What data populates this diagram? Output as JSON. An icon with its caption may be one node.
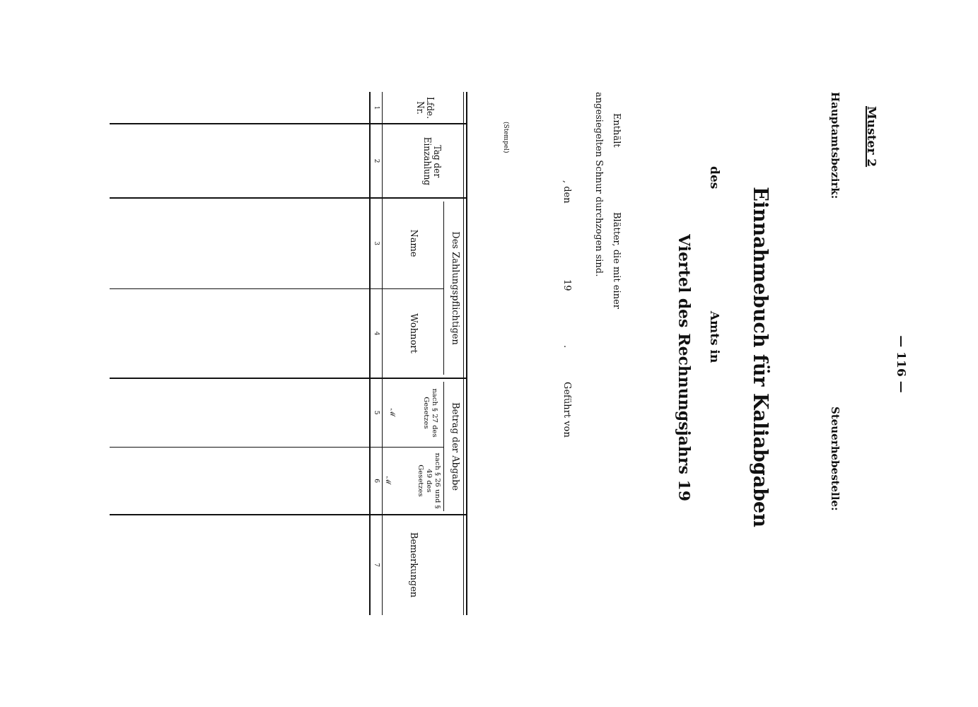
{
  "diagram": {
    "title": "Einnahmebuch für Kaliabgaben",
    "labels": [
      "— 116 —",
      "Muster 2",
      "Hauptamtsbezirk:",
      "Steuerhebestelle:",
      "des",
      "Amts in",
      "Viertel des Rechnungsjahrs 19",
      "Enthält",
      "Blätter, die mit einer",
      "angesiegelten Schnur durchzogen sind.",
      ", den",
      "19",
      ".",
      "Geführt von",
      "(Stempel)",
      "Lfde. Nr.",
      "Tag der Einzahlung",
      "Des Zahlungspflichtigen",
      "Betrag der Abgabe",
      "Bemerkungen",
      "Name",
      "Wohnort",
      "nach § 27 des Gesetzes",
      "nach § 26 und § 49 des Gesetzes",
      "ℳ",
      "ℳ",
      "1",
      "2",
      "3",
      "4",
      "5",
      "6",
      "7"
    ]
  }
}
